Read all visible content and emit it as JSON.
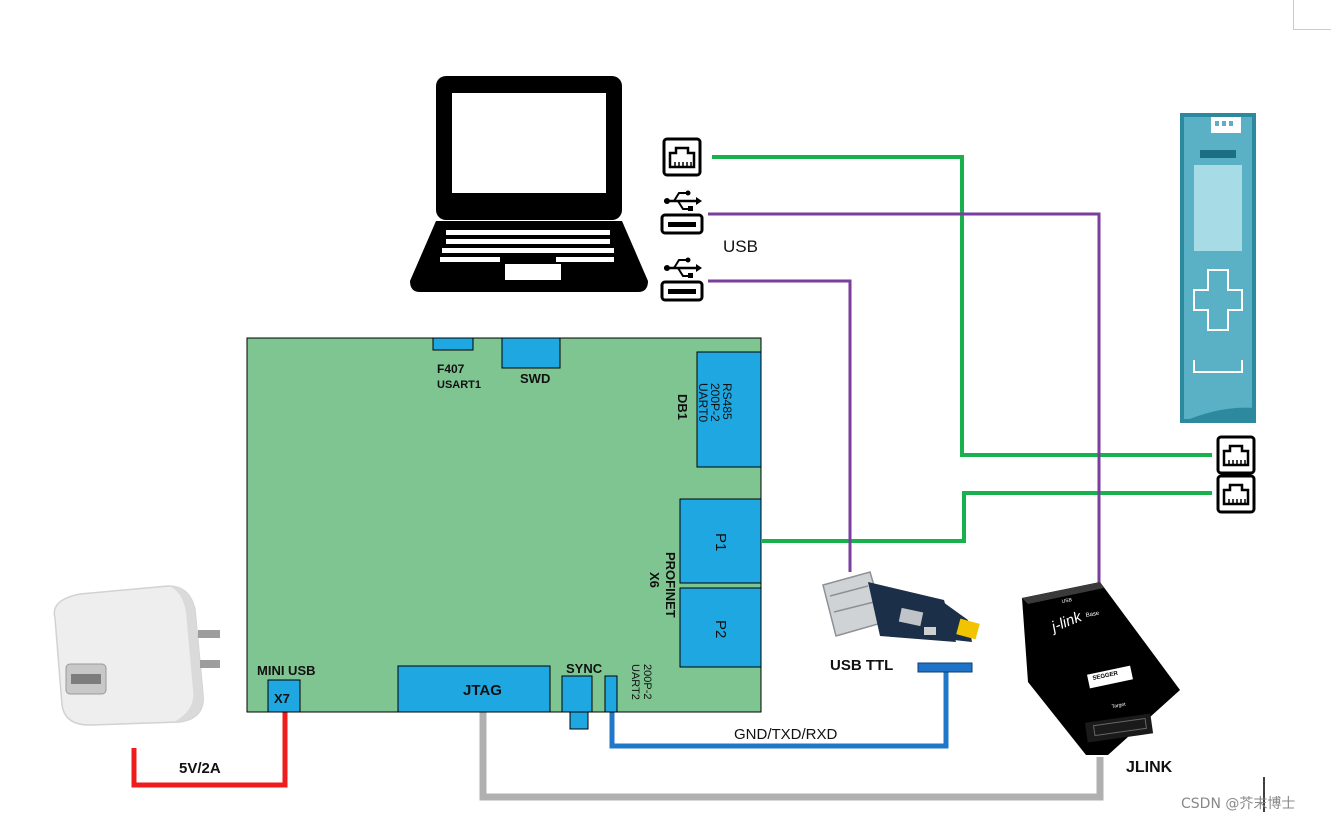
{
  "colors": {
    "board": "#7fc591",
    "connector": "#1ea7e1",
    "ethernet_line": "#19b14b",
    "usb_line": "#7a3e9d",
    "uart_line": "#1f79c8",
    "power_line": "#ee1c1c",
    "jtag_line": "#b0b0b0"
  },
  "board": {
    "f407_label_1": "F407",
    "f407_label_2": "USART1",
    "swd_label": "SWD",
    "db1_label": "DB1",
    "rs485_lines": [
      "RS485",
      "200P-2",
      "UART0"
    ],
    "p1_label": "P1",
    "p2_label": "P2",
    "x6_label": "X6",
    "profinet_label": "PROFINET",
    "mini_usb_label": "MINI USB",
    "x7_label": "X7",
    "jtag_label": "JTAG",
    "sync_label": "SYNC",
    "uart2_lines": [
      "200P-2",
      "UART2"
    ]
  },
  "labels": {
    "usb": "USB",
    "usb_ttl": "USB TTL",
    "power": "5V/2A",
    "uart_wires": "GND/TXD/RXD",
    "jlink": "JLINK",
    "jlink_brand": "j-link",
    "jlink_tag": "Base",
    "jlink_port_usb": "USB",
    "jlink_port_target": "Target",
    "jlink_logo": "SEGGER",
    "watermark": "CSDN @芥末博士"
  },
  "icons": {
    "laptop": "laptop-icon",
    "ethernet": "ethernet-port-icon",
    "usb": "usb-icon",
    "plc": "plc-module-icon",
    "charger": "usb-power-adapter-icon",
    "usb_ttl": "usb-ttl-adapter-icon",
    "jlink": "jlink-debugger-icon"
  }
}
